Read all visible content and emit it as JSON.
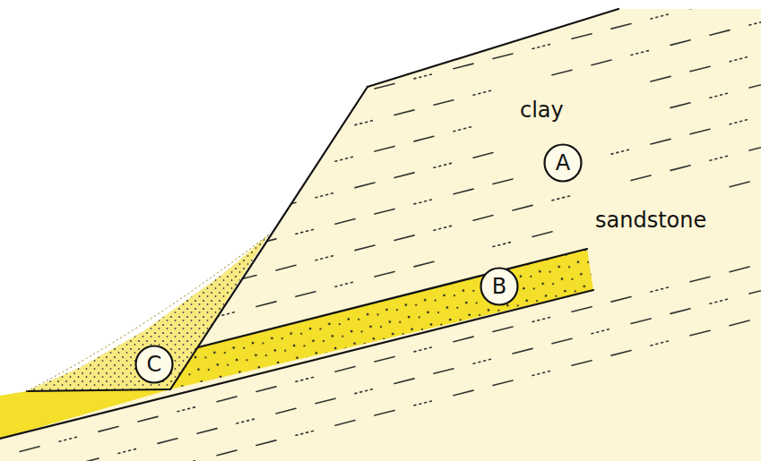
{
  "diagram": {
    "nodes": [
      {
        "text": [
          "A"
        ]
      },
      {
        "text": [
          "B"
        ]
      },
      {
        "text": [
          "C"
        ]
      }
    ],
    "labels": [
      "clay",
      "sandstone"
    ]
  }
}
